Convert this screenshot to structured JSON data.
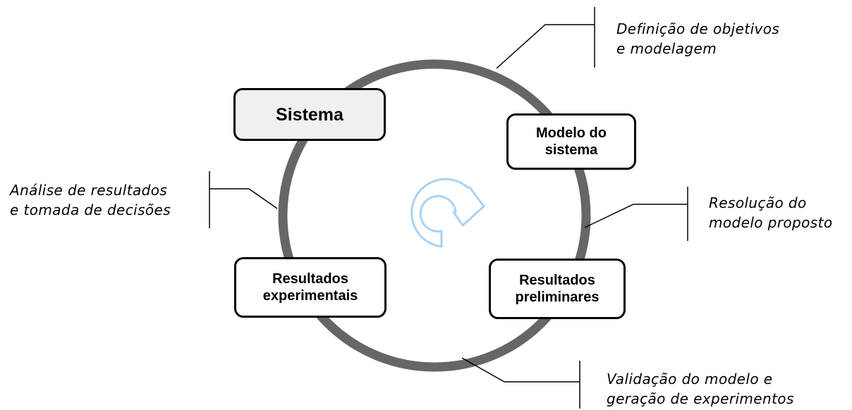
{
  "colors": {
    "cycle_ring": "#666666",
    "cycle_icon": "#a9d2f7",
    "primary_fill": "#eef0f4",
    "node_border": "#000000",
    "connector": "#000000"
  },
  "icon": {
    "center": "refresh-cycle-icon"
  },
  "nodes": {
    "sistema": "Sistema",
    "modelo": "Modelo do\nsistema",
    "resultados_preliminares": "Resultados\npreliminares",
    "resultados_experimentais": "Resultados\nexperimentais"
  },
  "annotations": {
    "definicao": "Definição de objetivos\ne modelagem",
    "resolucao": "Resolução do\nmodelo proposto",
    "validacao": "Validação do modelo e\ngeração de experimentos",
    "analise": "Análise de resultados\ne tomada de decisões"
  }
}
